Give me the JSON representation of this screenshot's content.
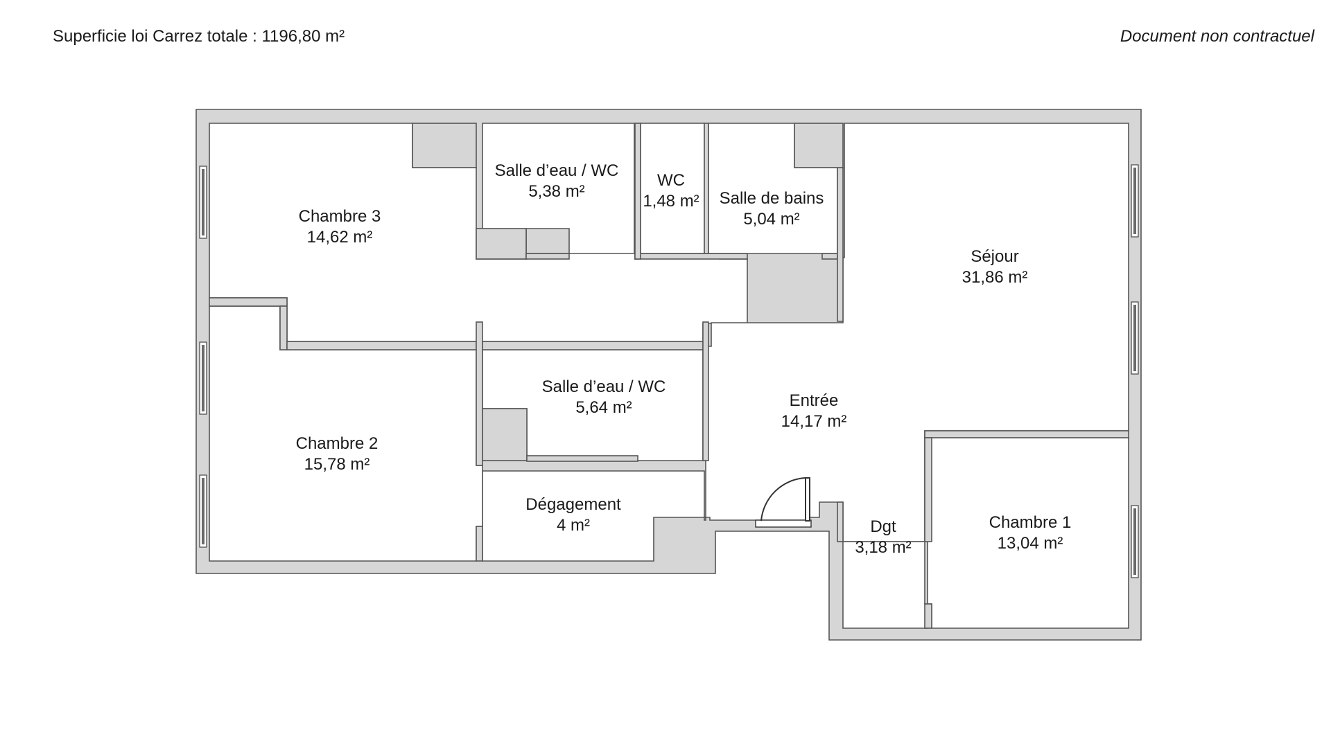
{
  "header": {
    "surface_total": "Superficie loi Carrez totale : 1196,80 m²",
    "disclaimer": "Document non contractuel"
  },
  "rooms": {
    "chambre3": {
      "name": "Chambre 3",
      "area": "14,62 m²"
    },
    "salle_eau_1": {
      "name": "Salle d’eau / WC",
      "area": "5,38 m²"
    },
    "wc": {
      "name": "WC",
      "area": "1,48 m²"
    },
    "salle_bains": {
      "name": "Salle de bains",
      "area": "5,04 m²"
    },
    "sejour": {
      "name": "Séjour",
      "area": "31,86 m²"
    },
    "salle_eau_2": {
      "name": "Salle d’eau / WC",
      "area": "5,64 m²"
    },
    "entree": {
      "name": "Entrée",
      "area": "14,17 m²"
    },
    "chambre2": {
      "name": "Chambre 2",
      "area": "15,78 m²"
    },
    "degagement": {
      "name": "Dégagement",
      "area": "4 m²"
    },
    "dgt": {
      "name": "Dgt",
      "area": "3,18 m²"
    },
    "chambre1": {
      "name": "Chambre 1",
      "area": "13,04 m²"
    }
  },
  "colors": {
    "wall_fill": "#d6d6d6",
    "wall_stroke": "#555555",
    "floor": "#ffffff",
    "text": "#1a1a1a"
  }
}
